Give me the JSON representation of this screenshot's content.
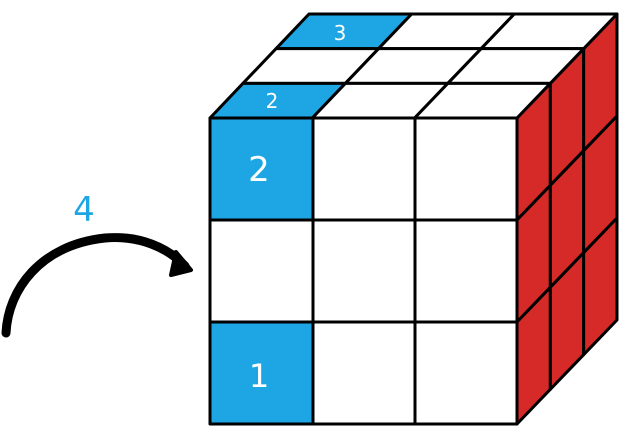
{
  "colors": {
    "blue": "#1EA6E4",
    "red": "#D52A28",
    "white": "#FFFFFF",
    "stroke": "#000000",
    "label_white": "#FFFFFF",
    "arrow_label": "#1EA6E4"
  },
  "cube": {
    "front": [
      [
        "blue",
        "white",
        "white"
      ],
      [
        "white",
        "white",
        "white"
      ],
      [
        "blue",
        "white",
        "white"
      ]
    ],
    "top": [
      [
        "white",
        "blue",
        "white",
        "white"
      ],
      [
        "white",
        "white",
        "white"
      ],
      [
        "blue",
        "white",
        "white"
      ]
    ],
    "right": [
      [
        "red",
        "red",
        "red"
      ],
      [
        "red",
        "red",
        "red"
      ],
      [
        "red",
        "red",
        "red"
      ]
    ]
  },
  "labels": {
    "front_top_left": "2",
    "front_bottom_left": "1",
    "top_front_left": "2",
    "top_back_left": "3"
  },
  "arrow": {
    "label": "4",
    "icon": "curved-arrow-icon"
  }
}
